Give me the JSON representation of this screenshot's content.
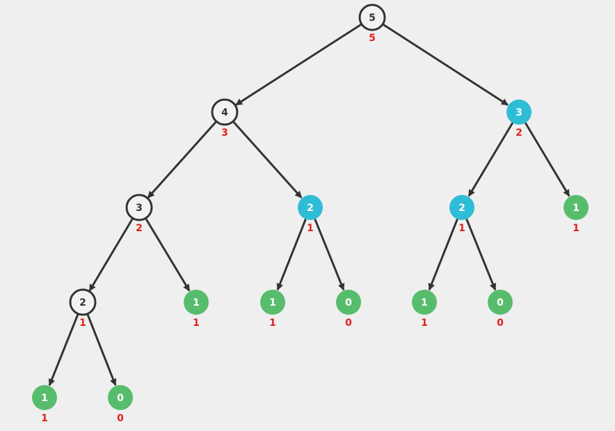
{
  "colors": {
    "background": "#efefef",
    "edge": "#333333",
    "node_default_fill": "#f2f2f2",
    "node_default_stroke": "#333333",
    "node_default_text": "#333333",
    "node_memo_fill": "#2fbcd6",
    "node_base_fill": "#57bd6d",
    "node_filled_text": "#ffffff",
    "value_text": "#e0201c"
  },
  "tree": {
    "nodes": [
      {
        "id": "n0",
        "label": "5",
        "value": "5",
        "state": "default"
      },
      {
        "id": "n1",
        "label": "4",
        "value": "3",
        "state": "default"
      },
      {
        "id": "n2",
        "label": "3",
        "value": "2",
        "state": "memo"
      },
      {
        "id": "n3",
        "label": "3",
        "value": "2",
        "state": "default"
      },
      {
        "id": "n4",
        "label": "2",
        "value": "1",
        "state": "memo"
      },
      {
        "id": "n5",
        "label": "2",
        "value": "1",
        "state": "memo"
      },
      {
        "id": "n6",
        "label": "1",
        "value": "1",
        "state": "base"
      },
      {
        "id": "n7",
        "label": "2",
        "value": "1",
        "state": "default"
      },
      {
        "id": "n8",
        "label": "1",
        "value": "1",
        "state": "base"
      },
      {
        "id": "n9",
        "label": "1",
        "value": "1",
        "state": "base"
      },
      {
        "id": "n10",
        "label": "0",
        "value": "0",
        "state": "base"
      },
      {
        "id": "n11",
        "label": "1",
        "value": "1",
        "state": "base"
      },
      {
        "id": "n12",
        "label": "0",
        "value": "0",
        "state": "base"
      },
      {
        "id": "n13",
        "label": "1",
        "value": "1",
        "state": "base"
      },
      {
        "id": "n14",
        "label": "0",
        "value": "0",
        "state": "base"
      }
    ],
    "edges": [
      [
        "n0",
        "n1"
      ],
      [
        "n0",
        "n2"
      ],
      [
        "n1",
        "n3"
      ],
      [
        "n1",
        "n4"
      ],
      [
        "n2",
        "n5"
      ],
      [
        "n2",
        "n6"
      ],
      [
        "n3",
        "n7"
      ],
      [
        "n3",
        "n8"
      ],
      [
        "n4",
        "n9"
      ],
      [
        "n4",
        "n10"
      ],
      [
        "n5",
        "n11"
      ],
      [
        "n5",
        "n12"
      ],
      [
        "n7",
        "n13"
      ],
      [
        "n7",
        "n14"
      ]
    ]
  }
}
